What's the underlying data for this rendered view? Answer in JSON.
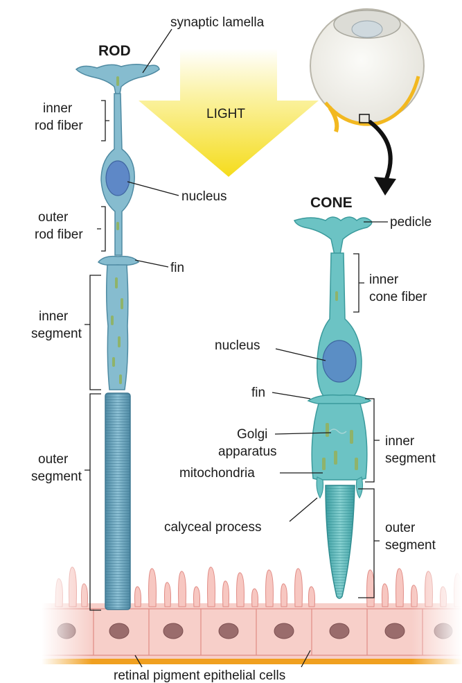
{
  "rod": {
    "title": "ROD",
    "synaptic_lamella": "synaptic lamella",
    "inner_rod_fiber": [
      "inner",
      "rod fiber"
    ],
    "nucleus": "nucleus",
    "outer_rod_fiber": [
      "outer",
      "rod fiber"
    ],
    "fin": "fin",
    "inner_segment": [
      "inner",
      "segment"
    ],
    "outer_segment": [
      "outer",
      "segment"
    ]
  },
  "light": "LIGHT",
  "cone": {
    "title": "CONE",
    "pedicle": "pedicle",
    "inner_cone_fiber": [
      "inner",
      "cone fiber"
    ],
    "nucleus": "nucleus",
    "fin": "fin",
    "golgi": [
      "Golgi",
      "apparatus"
    ],
    "mitochondria": "mitochondria",
    "calyceal_process": "calyceal process",
    "inner_segment": [
      "inner",
      "segment"
    ],
    "outer_segment": [
      "outer",
      "segment"
    ]
  },
  "rpe": "retinal pigment epithelial cells",
  "colors": {
    "cell_fill": "#7fb3c8",
    "cone_fill": "#6cc3c4",
    "nucleus": "#4f7fc0",
    "rpe": "#f5c6c0",
    "rpe_line": "#e07f7a",
    "light_arrow": "#f7e23b",
    "sclera_accent": "#f2b820",
    "base": "#f0a020"
  }
}
